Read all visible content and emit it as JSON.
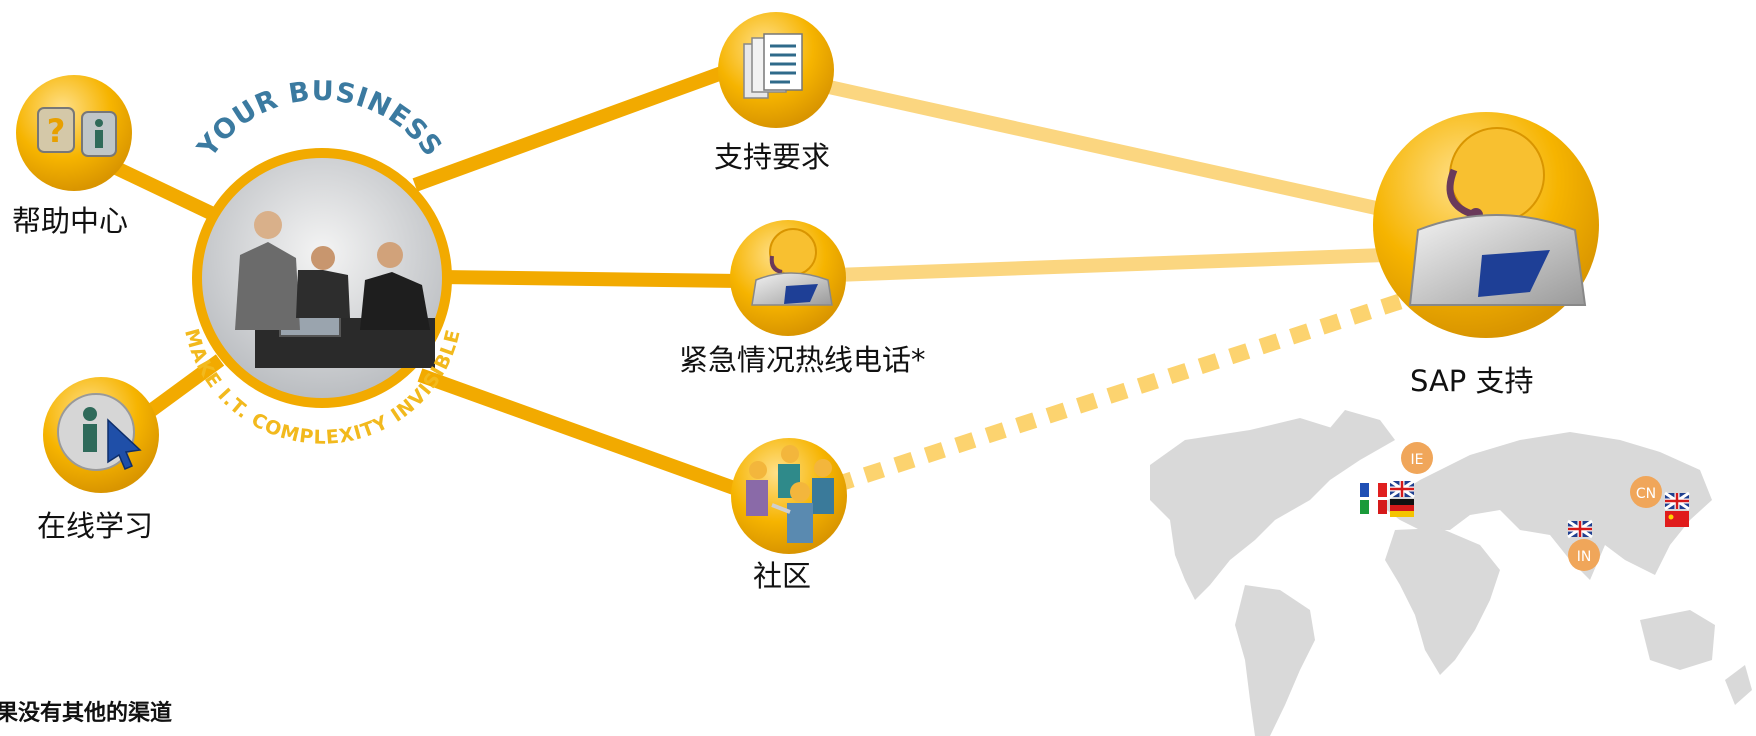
{
  "colors": {
    "gold": "#f2aa00",
    "gold_dark": "#e8a000",
    "line_light": "#fbd680",
    "dot": "#fcd36f",
    "curve_text_blue": "#3b7aa0",
    "curve_text_gold": "#f2b91d",
    "map": "#d9d9d9",
    "marker": "#f0a65a"
  },
  "center": {
    "top_text": "YOUR BUSINESS",
    "bottom_text": "MAKE I.T. COMPLEXITY INVISIBLE"
  },
  "nodes": {
    "help_center": {
      "label": "帮助中心",
      "icon": "help-info-icon"
    },
    "online_learning": {
      "label": "在线学习",
      "icon": "elearning-icon"
    },
    "support_request": {
      "label": "支持要求",
      "icon": "document-icon"
    },
    "hotline": {
      "label": "紧急情况热线电话*",
      "icon": "headset-agent-icon"
    },
    "community": {
      "label": "社区",
      "icon": "people-group-icon"
    },
    "sap_support": {
      "label": "SAP 支持",
      "icon": "headset-agent-icon"
    }
  },
  "map": {
    "markers": [
      {
        "code": "IE"
      },
      {
        "code": "CN"
      },
      {
        "code": "IN"
      }
    ],
    "flags": [
      "france-flag",
      "uk-flag",
      "italy-flag",
      "germany-flag",
      "uk-flag",
      "china-flag",
      "uk-flag"
    ]
  },
  "footnote": "果没有其他的渠道"
}
